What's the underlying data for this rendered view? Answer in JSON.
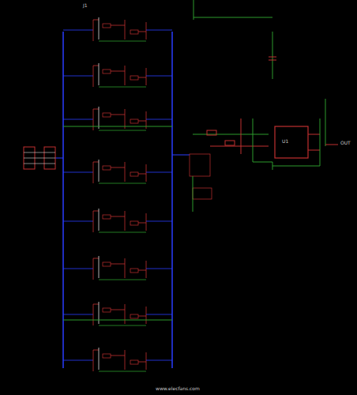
{
  "diagram": {
    "labels": [
      "J1",
      "U1",
      "OUT",
      "www.elecfans.com"
    ]
  }
}
